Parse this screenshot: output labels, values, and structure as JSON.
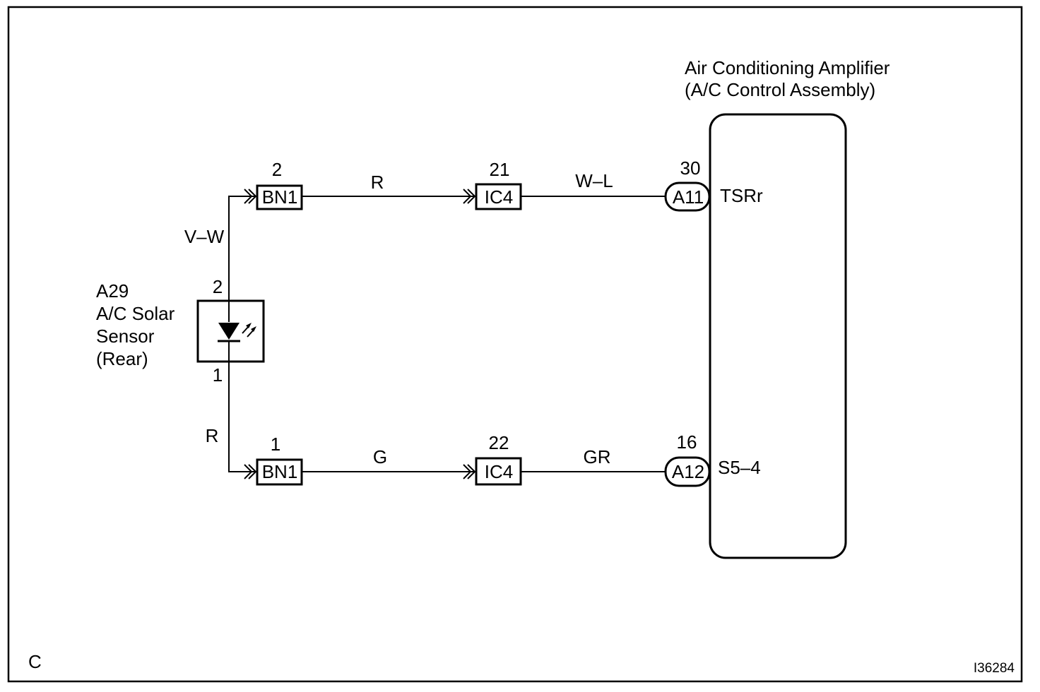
{
  "corner_label": "C",
  "figure_id": "I36284",
  "amplifier": {
    "title_line1": "Air Conditioning Amplifier",
    "title_line2": "(A/C Control Assembly)"
  },
  "sensor": {
    "code": "A29",
    "name_line1": "A/C Solar",
    "name_line2": "Sensor",
    "name_line3": "(Rear)",
    "pin_top": "2",
    "pin_bottom": "1"
  },
  "circuit_top": {
    "riser_wire_color": "V–W",
    "connector1": {
      "name": "BN1",
      "pin": "2"
    },
    "wire1_color": "R",
    "connector2": {
      "name": "IC4",
      "pin": "21"
    },
    "wire2_color": "W–L",
    "terminal": {
      "name": "A11",
      "pin": "30",
      "signal": "TSRr"
    }
  },
  "circuit_bottom": {
    "riser_wire_color": "R",
    "connector1": {
      "name": "BN1",
      "pin": "1"
    },
    "wire1_color": "G",
    "connector2": {
      "name": "IC4",
      "pin": "22"
    },
    "wire2_color": "GR",
    "terminal": {
      "name": "A12",
      "pin": "16",
      "signal": "S5–4"
    }
  }
}
